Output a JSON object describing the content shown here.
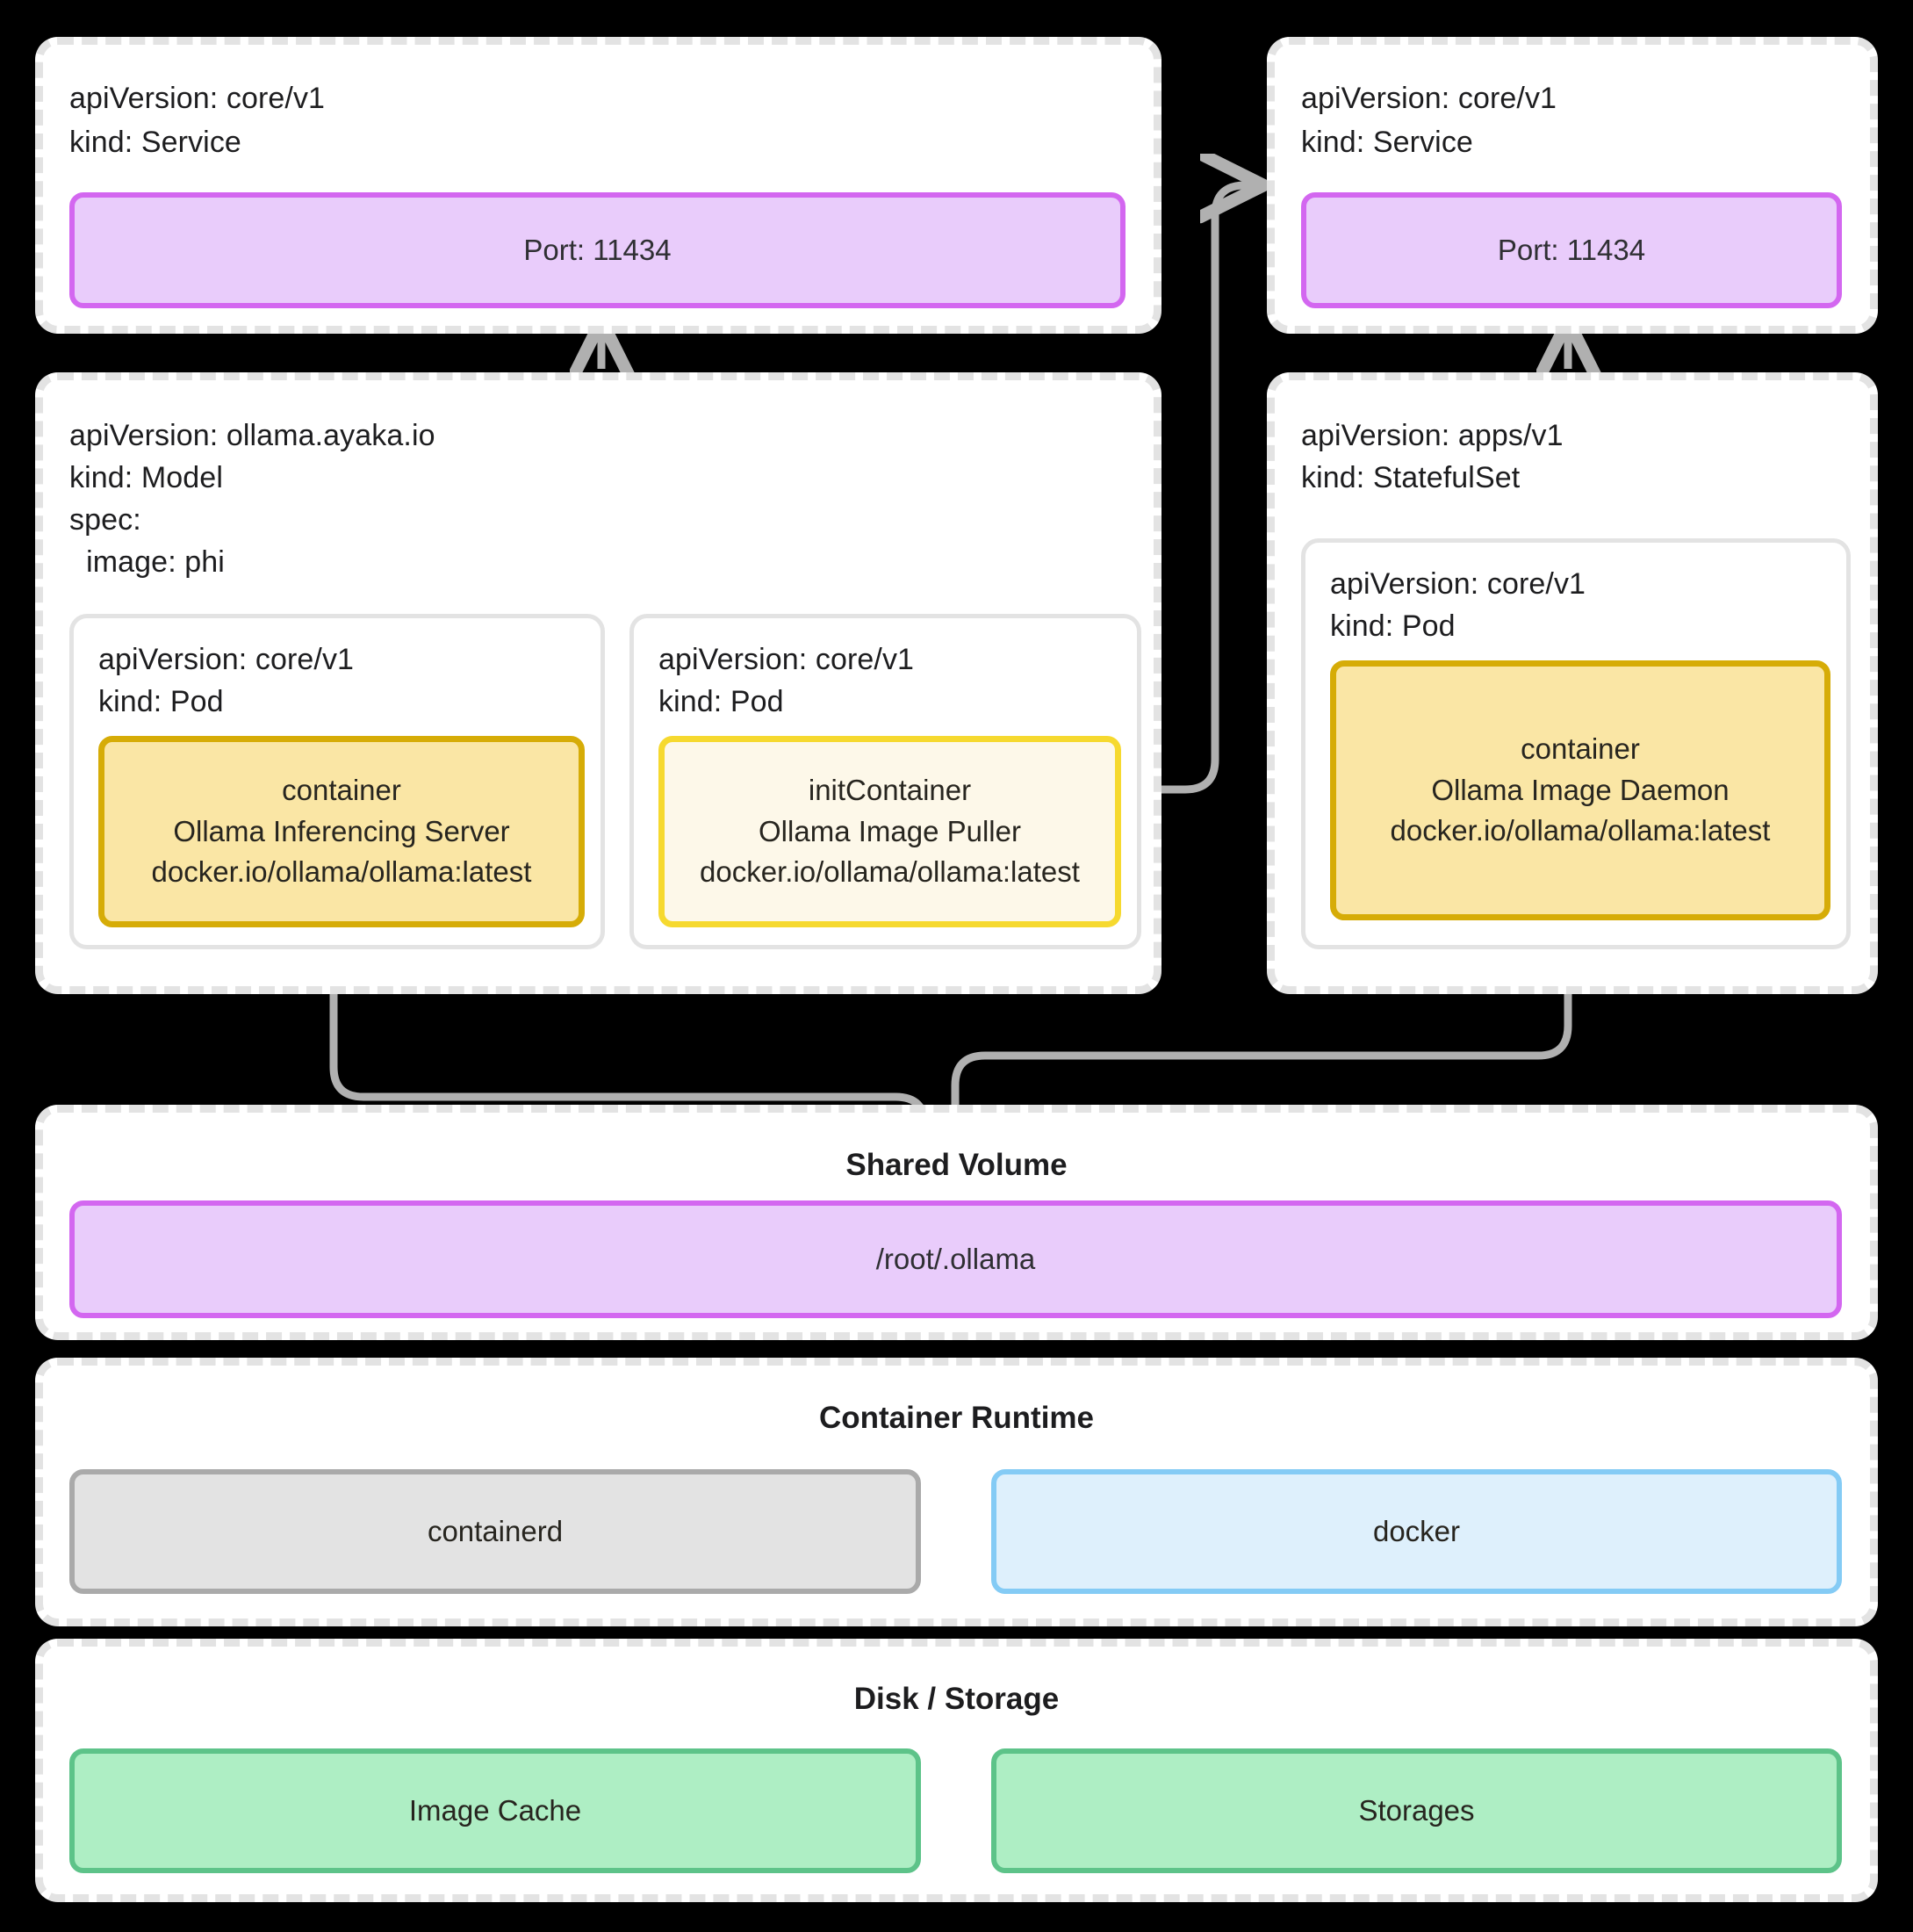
{
  "theme": {
    "background": "#000000",
    "panel_bg": "#ffffff",
    "dash_border": "#e3e3e3",
    "purple_fill": "#e9ccfb",
    "purple_border": "#d367f0",
    "amber_fill": "#fae6a5",
    "amber_border": "#d6ac07",
    "cream_fill": "#fdf8e9",
    "cream_border": "#f6d92f",
    "grey_fill": "#e3e3e3",
    "grey_border": "#aaaaaa",
    "blue_fill": "#def0fc",
    "blue_border": "#84cbf5",
    "green_fill": "#aeeec4",
    "green_border": "#5dc389",
    "arrow": "#b0b0b0",
    "text": "#1d1d1f"
  },
  "service_left": {
    "api_version": "apiVersion: core/v1",
    "kind": "kind: Service",
    "port_label": "Port: 11434"
  },
  "service_right": {
    "api_version": "apiVersion: core/v1",
    "kind": "kind: Service",
    "port_label": "Port: 11434"
  },
  "model": {
    "api_version": "apiVersion: ollama.ayaka.io",
    "kind": "kind: Model",
    "spec": "spec:",
    "image": "  image: phi",
    "pods": [
      {
        "api_version": "apiVersion: core/v1",
        "kind": "kind: Pod",
        "container": {
          "type": "container",
          "name": "Ollama Inferencing Server",
          "image": "docker.io/ollama/ollama:latest"
        }
      },
      {
        "api_version": "apiVersion: core/v1",
        "kind": "kind: Pod",
        "container": {
          "type": "initContainer",
          "name": "Ollama Image Puller",
          "image": "docker.io/ollama/ollama:latest"
        }
      }
    ]
  },
  "statefulset": {
    "api_version": "apiVersion: apps/v1",
    "kind": "kind: StatefulSet",
    "pod": {
      "api_version": "apiVersion: core/v1",
      "kind": "kind: Pod",
      "container": {
        "type": "container",
        "name": "Ollama Image Daemon",
        "image": "docker.io/ollama/ollama:latest"
      }
    }
  },
  "shared_volume": {
    "title": "Shared Volume",
    "path": "/root/.ollama"
  },
  "container_runtime": {
    "title": "Container Runtime",
    "items": [
      {
        "label": "containerd"
      },
      {
        "label": "docker"
      }
    ]
  },
  "disk_storage": {
    "title": "Disk / Storage",
    "items": [
      {
        "label": "Image Cache"
      },
      {
        "label": "Storages"
      }
    ]
  }
}
